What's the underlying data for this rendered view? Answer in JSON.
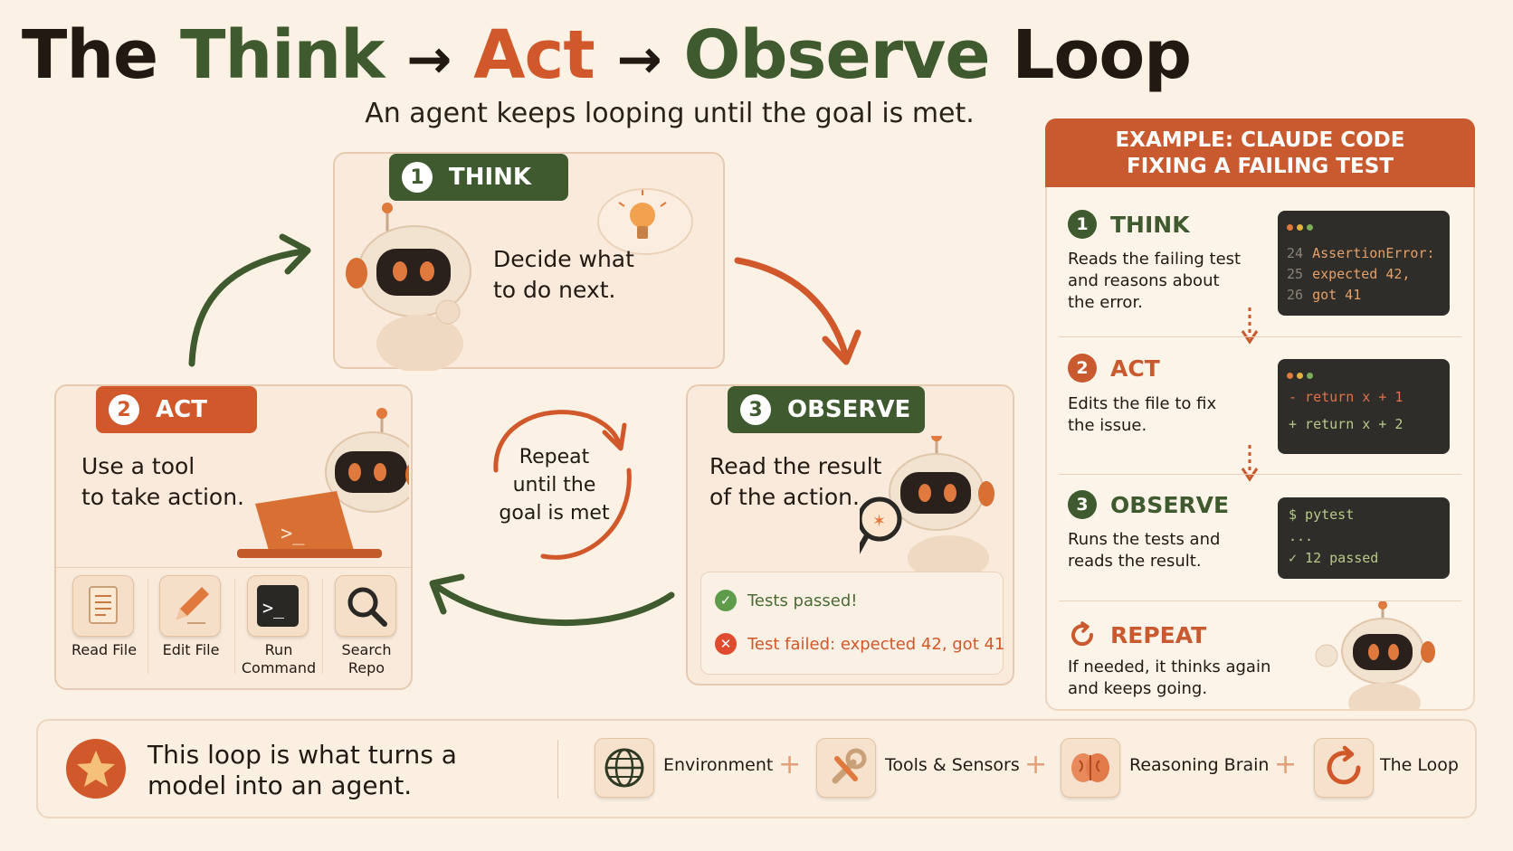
{
  "title": {
    "part1": "The ",
    "think": "Think",
    "arrow1": "→",
    "act": "Act",
    "arrow2": "→",
    "observe": "Observe",
    "part2": " Loop"
  },
  "subtitle": "An agent keeps looping until the goal is met.",
  "think_card": {
    "num": "1",
    "label": "THINK",
    "line1": "Decide what",
    "line2": "to do next."
  },
  "act_card": {
    "num": "2",
    "label": "ACT",
    "line1": "Use a tool",
    "line2": "to take action.",
    "tools": [
      {
        "icon": "document-icon",
        "line1": "Read File",
        "line2": ""
      },
      {
        "icon": "pencil-icon",
        "line1": "Edit File",
        "line2": ""
      },
      {
        "icon": "terminal-icon",
        "line1": "Run",
        "line2": "Command",
        "glyph": ">_"
      },
      {
        "icon": "magnifier-icon",
        "line1": "Search",
        "line2": "Repo"
      }
    ]
  },
  "observe_card": {
    "num": "3",
    "label": "OBSERVE",
    "line1": "Read the result",
    "line2": "of the action.",
    "pass": "Tests passed!",
    "fail": "Test failed: expected 42, got 41"
  },
  "center_loop": {
    "line1": "Repeat",
    "line2": "until the",
    "line3": "goal is met"
  },
  "example": {
    "header_line1": "EXAMPLE: CLAUDE CODE",
    "header_line2": "FIXING A FAILING TEST",
    "think": {
      "num": "1",
      "label": "THINK",
      "desc": [
        "Reads the failing test",
        "and reasons about",
        "the error."
      ],
      "code": [
        {
          "ln": "24",
          "text": "AssertionError:"
        },
        {
          "ln": "25",
          "text": "expected 42,"
        },
        {
          "ln": "26",
          "text": "got 41"
        }
      ]
    },
    "act": {
      "num": "2",
      "label": "ACT",
      "desc": [
        "Edits the file to fix",
        "the issue."
      ],
      "code": [
        {
          "text": "- return x + 1"
        },
        {
          "text": "+ return x + 2"
        }
      ]
    },
    "observe": {
      "num": "3",
      "label": "OBSERVE",
      "desc": [
        "Runs the tests and",
        "reads the result."
      ],
      "code": [
        {
          "text": "$ pytest"
        },
        {
          "text": "..."
        },
        {
          "text": "✓ 12 passed"
        }
      ]
    },
    "repeat": {
      "label": "REPEAT",
      "desc": [
        "If needed, it thinks again",
        "and keeps going."
      ]
    }
  },
  "footer": {
    "line1": "This loop is what turns a",
    "line2": "model into an agent.",
    "items": [
      {
        "icon": "globe-icon",
        "label": "Environment"
      },
      {
        "icon": "wrench-icon",
        "label": "Tools & Sensors"
      },
      {
        "icon": "brain-icon",
        "label": "Reasoning Brain"
      },
      {
        "icon": "loop-icon",
        "label": "The Loop"
      }
    ],
    "plus": "+"
  },
  "colors": {
    "green": "#3e5a2e",
    "orange": "#d0582a",
    "background": "#fbf1e4"
  }
}
